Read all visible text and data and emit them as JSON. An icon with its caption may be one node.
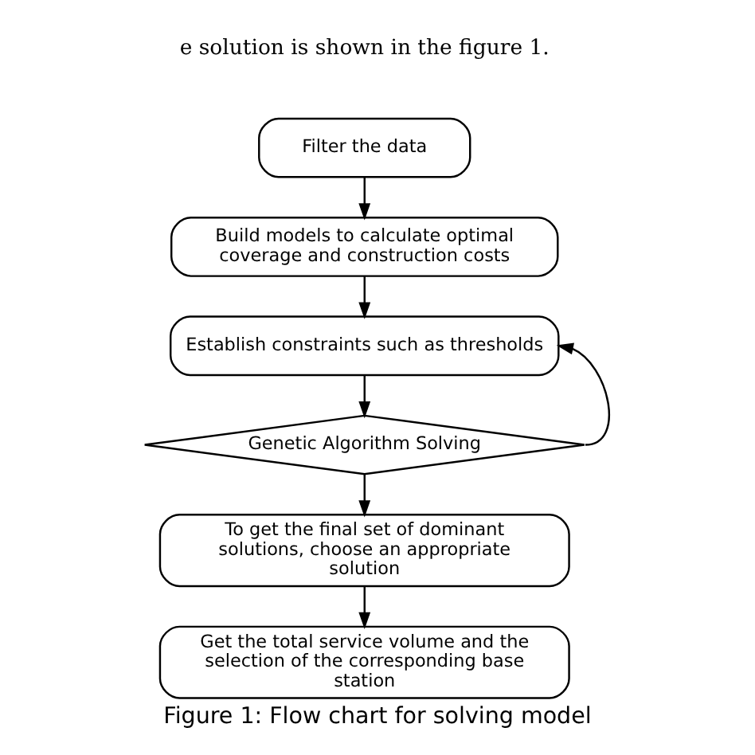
{
  "diagram": {
    "caption": "Figure 1: Flow chart for solving model",
    "nodes": [
      {
        "text": [
          "Filter the data"
        ]
      },
      {
        "text": [
          "Build models to calculate optimal coverage and construction costs"
        ]
      },
      {
        "text": [
          "Establish constraints such as thresholds"
        ]
      },
      {
        "text": [
          "Genetic Algorithm Solving"
        ]
      },
      {
        "text": [
          "To get the final set of dominant solutions, choose an appropriate solution"
        ]
      },
      {
        "text": [
          "Get the total service volume and the selection of the corresponding base station"
        ]
      }
    ],
    "edges": [
      {
        "from": 0,
        "to": 1,
        "arrow": "to"
      },
      {
        "from": 1,
        "to": 2,
        "arrow": "to"
      },
      {
        "from": 2,
        "to": 3,
        "arrow": "to"
      },
      {
        "from": 3,
        "to": 2,
        "arrow": "to"
      },
      {
        "from": 3,
        "to": 4,
        "arrow": "to"
      },
      {
        "from": 4,
        "to": 5,
        "arrow": "to"
      }
    ],
    "labels": [
      "e solution is shown in the figure 1."
    ]
  }
}
